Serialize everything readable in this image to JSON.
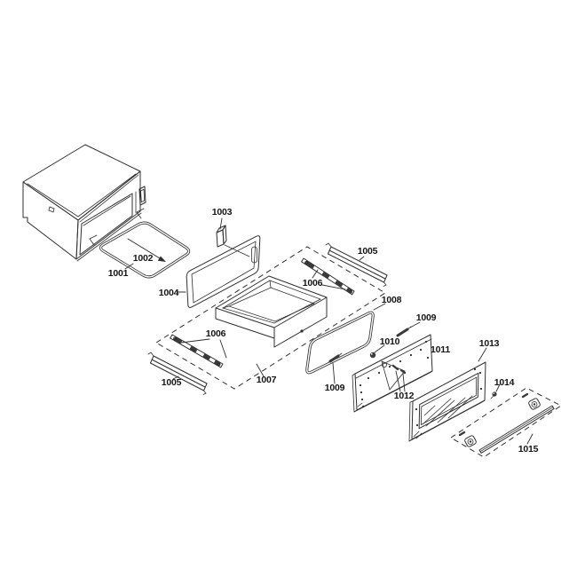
{
  "diagram": {
    "type": "exploded-parts-diagram",
    "background_color": "#ffffff",
    "line_color": "#2f2f2f",
    "label_color": "#141414",
    "callouts": [
      {
        "text": "1001"
      },
      {
        "text": "1002"
      },
      {
        "text": "1003"
      },
      {
        "text": "1004"
      },
      {
        "text": "1005"
      },
      {
        "text": "1006"
      },
      {
        "text": "1006"
      },
      {
        "text": "1005"
      },
      {
        "text": "1007"
      },
      {
        "text": "1008"
      },
      {
        "text": "1009"
      },
      {
        "text": "1010"
      },
      {
        "text": "1011"
      },
      {
        "text": "1009"
      },
      {
        "text": "1012"
      },
      {
        "text": "1013"
      },
      {
        "text": "1014"
      },
      {
        "text": "1015"
      }
    ]
  }
}
